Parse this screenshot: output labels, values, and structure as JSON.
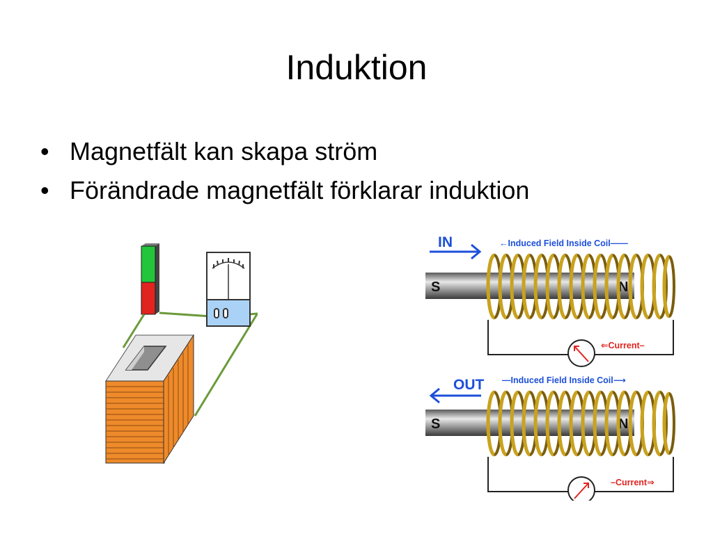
{
  "slide": {
    "title": "Induktion",
    "bullets": [
      {
        "glyph": "•",
        "text": "Magnetfält kan skapa ström"
      },
      {
        "glyph": "•",
        "text": "Förändrade magnetfält förklarar induktion"
      }
    ]
  },
  "diagram_right": {
    "top": {
      "direction_label": "IN",
      "field_label": "←Induced Field Inside Coil——",
      "magnet_label": "S",
      "north_label": "N",
      "current_label": "⇐Current–"
    },
    "bottom": {
      "direction_label": "OUT",
      "field_label": "—Induced Field Inside Coil⟶",
      "magnet_label": "S",
      "north_label": "N",
      "current_label": "–Current⇒"
    }
  },
  "colors": {
    "blue": "#1d4fd8",
    "red": "#e0241f",
    "green": "#23c53b",
    "coil_gold": "#c9a21e",
    "wire_green": "#6a9a3a",
    "core_orange": "#ee8a2a"
  }
}
